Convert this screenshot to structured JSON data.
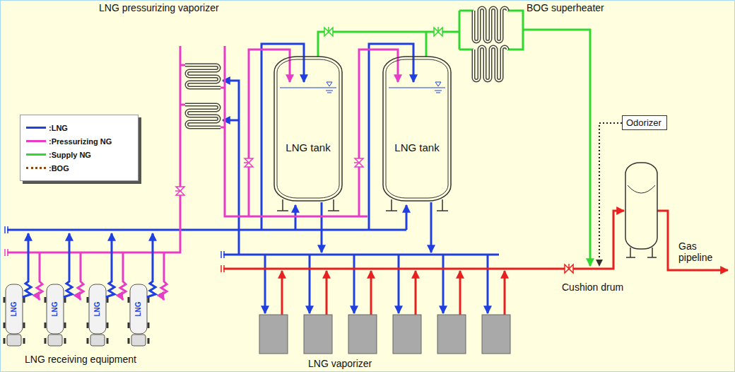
{
  "diagram": {
    "nodes": [
      {
        "text": [
          "LNG tank"
        ]
      },
      {
        "text": [
          "LNG tank"
        ]
      },
      {
        "text": [
          "Odorizer"
        ]
      }
    ],
    "labels": [
      "LNG pressurizing vaporizer",
      "BOG superheater",
      "LNG receiving equipment",
      "LNG vaporizer",
      "Cushion drum",
      "Gas pipeline",
      "LNG",
      "LNG",
      "LNG",
      "LNG"
    ],
    "legend": [
      {
        "text": ":LNG",
        "color": "#1f3fe0"
      },
      {
        "text": ":Pressurizing NG",
        "color": "#e83cc8"
      },
      {
        "text": ":Supply NG",
        "color": "#2fd82f"
      },
      {
        "text": ":BOG"
      }
    ]
  }
}
